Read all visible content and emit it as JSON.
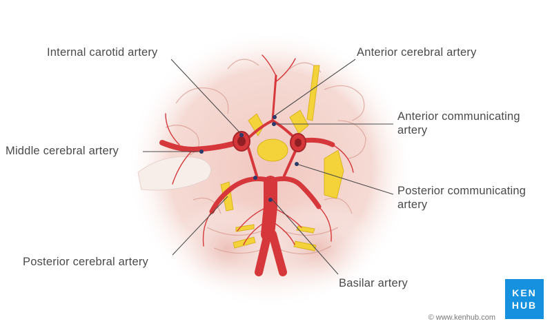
{
  "labels": {
    "internal_carotid": "Internal carotid artery",
    "anterior_cerebral": "Anterior cerebral artery",
    "anterior_communicating_1": "Anterior communicating",
    "anterior_communicating_2": "artery",
    "middle_cerebral": "Middle cerebral artery",
    "posterior_communicating_1": "Posterior communicating",
    "posterior_communicating_2": "artery",
    "posterior_cerebral": "Posterior cerebral artery",
    "basilar": "Basilar artery"
  },
  "credit": "© www.kenhub.com",
  "logo": {
    "line1": "KEN",
    "line2": "HUB"
  },
  "colors": {
    "artery": "#d6373a",
    "nerve": "#f3d23a",
    "brain": "#f3d3cc",
    "brand": "#1591e0"
  }
}
